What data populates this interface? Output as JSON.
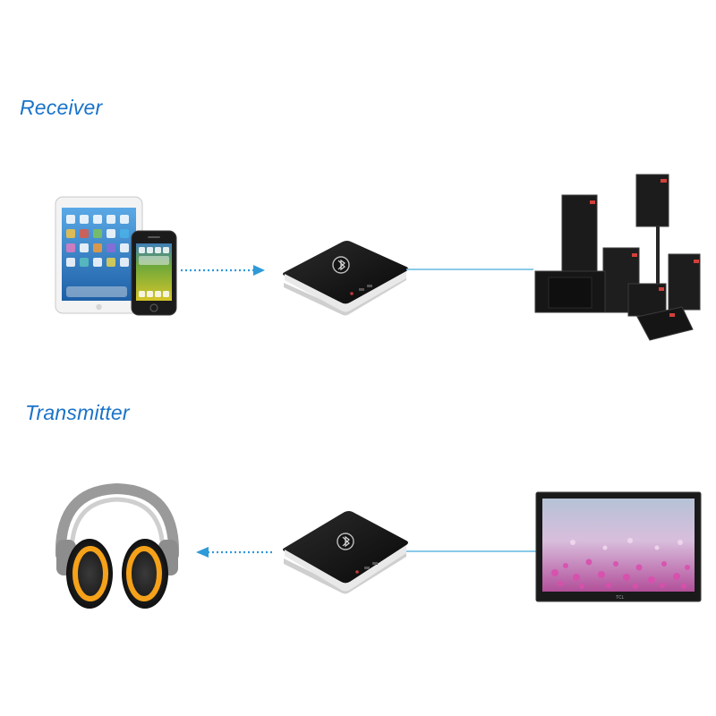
{
  "sections": [
    {
      "title": "Receiver"
    },
    {
      "title": "Transmitter"
    }
  ],
  "tv": {
    "brand": "TCL"
  },
  "colors": {
    "title": "#1a73c8",
    "link_line": "#79c3e6",
    "dotted_arrow": "#2f9ad8",
    "adapter_body": "#141414",
    "headphone_accent": "#f5a11a"
  }
}
